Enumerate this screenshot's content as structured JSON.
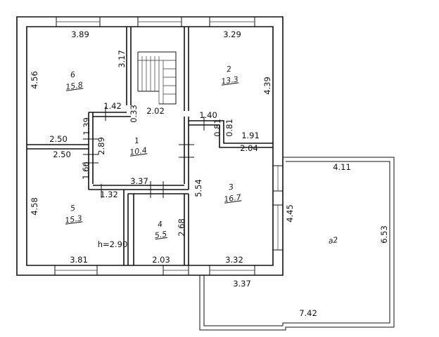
{
  "rooms": [
    {
      "id": "6",
      "number": "6",
      "area": "15.8"
    },
    {
      "id": "2",
      "number": "2",
      "area": "13.3"
    },
    {
      "id": "1",
      "number": "1",
      "area": "10.4"
    },
    {
      "id": "5",
      "number": "5",
      "area": "15.3"
    },
    {
      "id": "4",
      "number": "4",
      "area": "5.5"
    },
    {
      "id": "3",
      "number": "3",
      "area": "16.7"
    },
    {
      "id": "a2",
      "number": "a2",
      "area": ""
    }
  ],
  "dimensions": {
    "room6_width": "3.89",
    "room6_height": "4.56",
    "stair_length": "3.17",
    "room2_width": "3.29",
    "room2_height": "4.39",
    "hall_top_left": "1.42",
    "hall_top": "2.02",
    "hall_notch": "0.33",
    "hall_right_top": "1.40",
    "hall_notch2_a": "0.81",
    "hall_notch2_b": "0.81",
    "hall_right_seg": "1.91",
    "room3_top": "2.04",
    "hall_left_top": "1.39",
    "room6_bottom": "2.50",
    "room5_top": "2.50",
    "hall_left": "2.89",
    "hall_left_lower": "1.66",
    "hall_bottom": "3.37",
    "hall_bottom_left": "1.32",
    "room3_height": "5.54",
    "room5_height": "4.58",
    "room4_height": "2.68",
    "room4_width": "2.03",
    "room5_width": "3.81",
    "room3_width": "3.32",
    "ceiling_height": "h=2.90",
    "terrace_top": "4.11",
    "terrace_left": "4.45",
    "terrace_right": "6.53",
    "terrace_inner_bottom": "3.37",
    "terrace_bottom": "7.42"
  }
}
